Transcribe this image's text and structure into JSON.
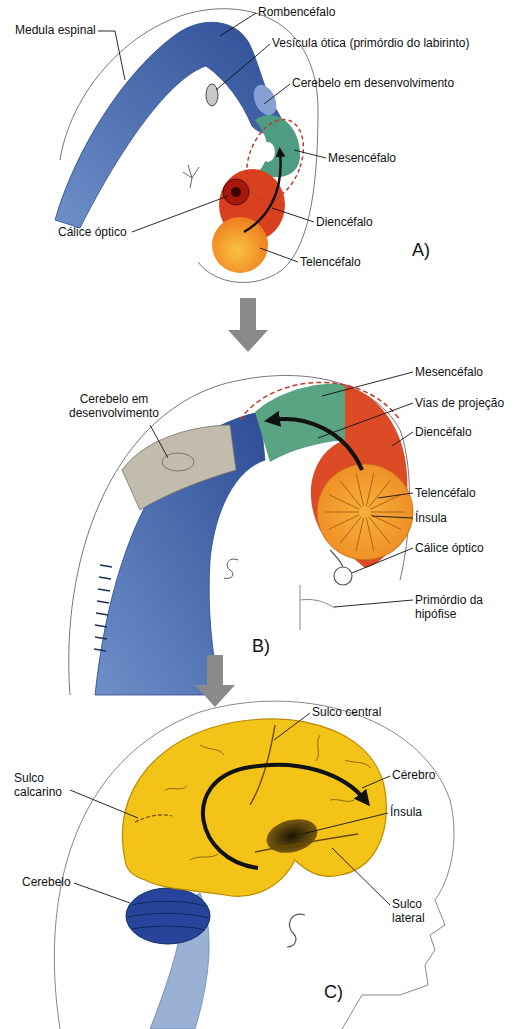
{
  "diagram": {
    "labels": [
      "Rombencéfalo",
      "Medula espinal",
      "Vesícula ótica (primórdio do labirinto)",
      "Cerebelo em desenvolvimento",
      "Mesencéfalo",
      "Diencéfalo",
      "Cálice óptico",
      "Telencéfalo",
      "A)",
      "Mesencéfalo",
      "Cerebelo em desenvolvimento",
      "Vias de projeção",
      "Diencéfalo",
      "Telencéfalo",
      "Ínsula",
      "Cálice óptico",
      "Primórdio da hipófise",
      "B)",
      "Sulco central",
      "Sulco calcarino",
      "Cérebro",
      "Ínsula",
      "Cerebelo",
      "Sulco lateral",
      "C)"
    ]
  }
}
